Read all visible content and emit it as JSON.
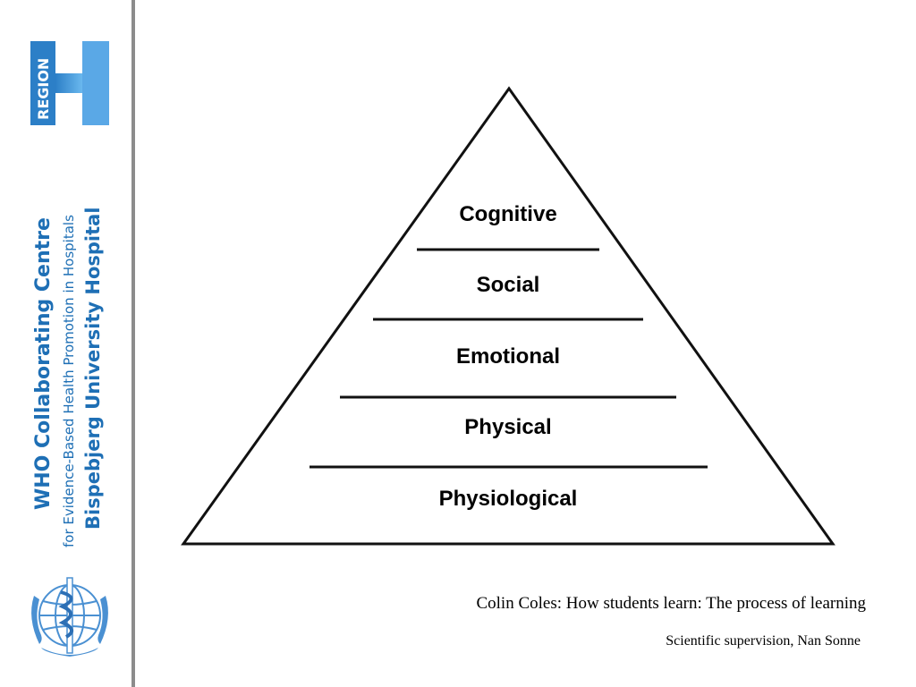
{
  "sidebar": {
    "region_logo_text": "REGION",
    "org_line1": "WHO Collaborating Centre",
    "org_line2": "for Evidence-Based Health Promotion in Hospitals",
    "org_line3": "Bispebjerg University Hospital",
    "colors": {
      "brand_blue": "#1e6fb5",
      "logo_light": "#5aa8e6",
      "logo_dark": "#2c7fc7",
      "divider": "#8c8c8c"
    },
    "icons": [
      "region-h-logo",
      "who-emblem-icon"
    ]
  },
  "pyramid": {
    "levels": [
      "Cognitive",
      "Social",
      "Emotional",
      "Physical",
      "Physiological"
    ]
  },
  "caption": {
    "main": "Colin Coles: How students learn: The process of learning",
    "sub": "Scientific supervision, Nan Sonne"
  }
}
